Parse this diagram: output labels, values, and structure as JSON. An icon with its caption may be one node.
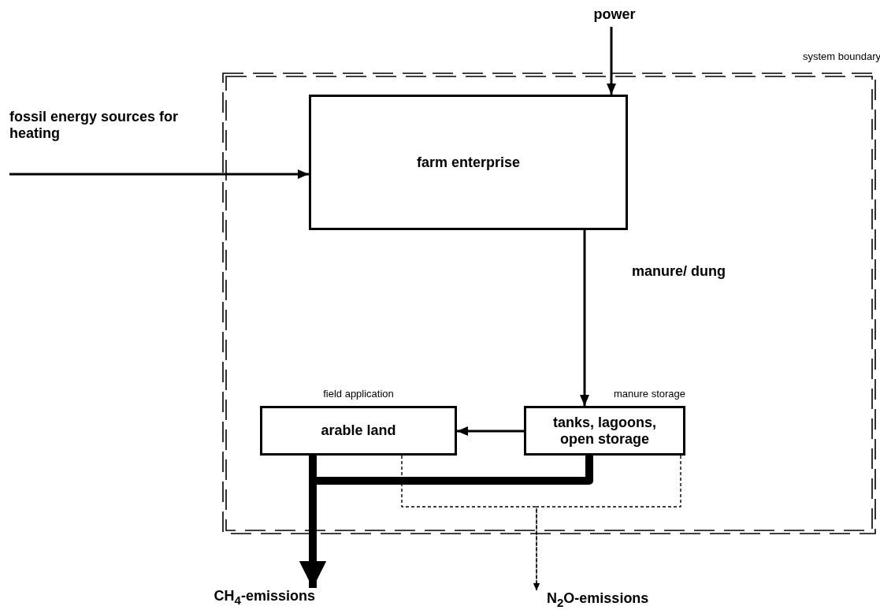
{
  "diagram": {
    "nodes": [
      {
        "text": [
          "system boundary"
        ]
      },
      {
        "text": [
          "power"
        ]
      },
      {
        "text": [
          "fossil energy sources for heating"
        ]
      },
      {
        "text": [
          "farm enterprise"
        ],
        "in": 0
      },
      {
        "text": [
          "field application",
          "arable land"
        ],
        "in": 0
      },
      {
        "text": [
          "manure storage",
          "tanks, lagoons, open storage"
        ],
        "in": 0
      },
      {
        "text": [
          "CH$_{4}$-emissions"
        ]
      },
      {
        "text": [
          "N$_{2}$O-emissions"
        ]
      }
    ],
    "edges": [
      {
        "from": 1,
        "to": 3,
        "arrow": "to"
      },
      {
        "from": 2,
        "to": 3,
        "arrow": "to"
      },
      {
        "from": 3,
        "to": 5,
        "arrow": "to",
        "label": "manure/ dung"
      },
      {
        "from": 5,
        "to": 4,
        "arrow": "to"
      },
      {
        "from": 4,
        "to": 6,
        "arrow": "to",
        "style": "thick"
      },
      {
        "from": 5,
        "to": 6,
        "arrow": "to",
        "style": "thick"
      },
      {
        "from": 4,
        "to": 7,
        "arrow": "to",
        "style": "dashed"
      },
      {
        "from": 5,
        "to": 7,
        "arrow": "to",
        "style": "dashed"
      }
    ]
  }
}
